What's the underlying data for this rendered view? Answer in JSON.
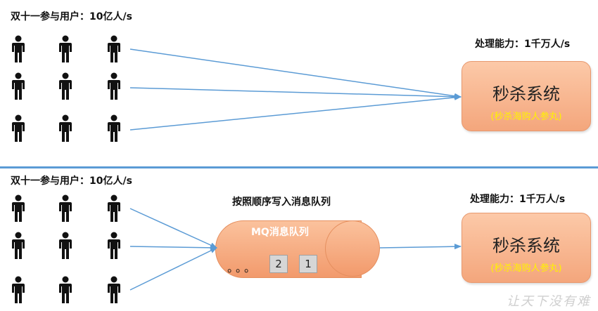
{
  "top": {
    "users_label": "双十一参与用户：10亿人/s",
    "capacity_label": "处理能力：1千万人/s",
    "system": {
      "title": "秒杀系统",
      "subtitle": "(秒杀海购人参丸)"
    }
  },
  "bottom": {
    "users_label": "双十一参与用户：10亿人/s",
    "queue_caption": "按照顺序写入消息队列",
    "queue_label": "MQ消息队列",
    "queue_dots": "。。。",
    "messages": [
      "2",
      "1"
    ],
    "capacity_label": "处理能力：1千万人/s",
    "system": {
      "title": "秒杀系统",
      "subtitle": "(秒杀海购人参丸)"
    }
  },
  "colors": {
    "arrow": "#5b9bd5",
    "system_fill": "#f8b48e",
    "subtitle": "#fff200",
    "divider": "#5b9bd5"
  },
  "watermark": "让天下没有难"
}
